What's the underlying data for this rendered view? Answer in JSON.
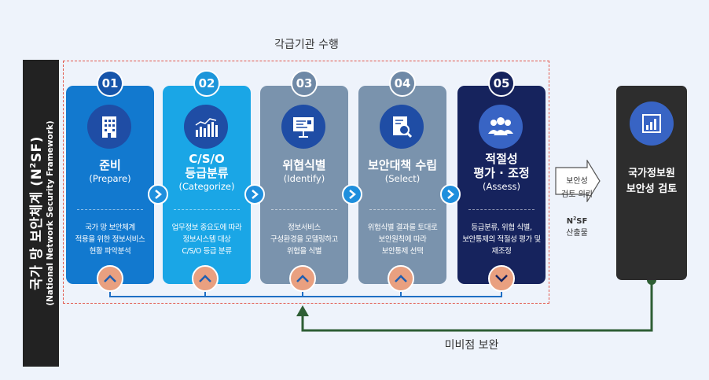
{
  "header_label": "각급기관 수행",
  "side": {
    "title": "국가 망 보안체계 (N",
    "title_sup": "2",
    "title_end": "SF)",
    "subtitle": "(National Network Security Framework)"
  },
  "steps": [
    {
      "number": "01",
      "title": "준비",
      "subtitle": "(Prepare)",
      "description": "국가 망 보안체계\n적용을 위한 정보서비스\n현황 파악분석",
      "icon": "building-icon",
      "color": "#1279cf",
      "chevron": "up"
    },
    {
      "number": "02",
      "title": "C/S/O\n등급분류",
      "subtitle": "(Categorize)",
      "description": "업무정보 중요도에 따라\n정보시스템 대상\nC/S/O 등급 분류",
      "icon": "bar-chart-icon",
      "color": "#1aa6e6",
      "chevron": "up"
    },
    {
      "number": "03",
      "title": "위협식별",
      "subtitle": "(Identify)",
      "description": "정보서비스\n구성환경을 모델링하고\n위협을 식별",
      "icon": "presentation-board-icon",
      "color": "#7a93ad",
      "chevron": "up"
    },
    {
      "number": "04",
      "title": "보안대책 수립",
      "subtitle": "(Select)",
      "description": "위험식별 결과를 토대로\n보안원칙에 따라\n보안통제 선택",
      "icon": "document-search-icon",
      "color": "#7a93ad",
      "chevron": "up"
    },
    {
      "number": "05",
      "title": "적절성\n평가 · 조정",
      "subtitle": "(Assess)",
      "description": "등급분류, 위협 식별,\n보안통제의 적절성 평가 및\n재조정",
      "icon": "people-group-icon",
      "color": "#16235d",
      "chevron": "down"
    }
  ],
  "transfer": {
    "line1": "보안성",
    "line2": "검토 의뢰",
    "nsf_prefix": "N",
    "nsf_sup": "2",
    "nsf_suffix": "SF",
    "nsf_caption": "산출물"
  },
  "final": {
    "title": "국가정보원\n보안성 검토",
    "icon": "document-chart-icon",
    "color": "#2d2d2d"
  },
  "bottom_label": "미비점 보완",
  "colors": {
    "background": "#eef3fb",
    "dashed_border": "#e2574c",
    "feedback_line": "#2e5e34",
    "connector_line": "#1f6fc4",
    "chevron_fill": "#e9a080"
  }
}
